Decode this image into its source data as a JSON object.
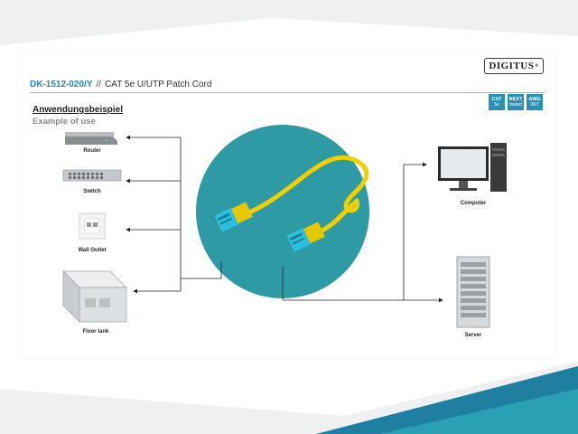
{
  "brand": {
    "logo_text": "DIGITUS",
    "registered_mark": "®"
  },
  "header": {
    "model": "DK-1512-020/Y",
    "separator": "//",
    "title": "CAT 5e U/UTP Patch Cord"
  },
  "badges": [
    {
      "line1": "CAT",
      "line2": "5e"
    },
    {
      "line1": "NEXT",
      "line2": "tested"
    },
    {
      "line1": "AWG",
      "line2": "26/7"
    }
  ],
  "section": {
    "title": "Anwendungsbeispiel",
    "subtitle": "Example of use"
  },
  "devices_left": [
    {
      "label": "Router",
      "icon": "router-icon"
    },
    {
      "label": "Switch",
      "icon": "switch-icon"
    },
    {
      "label": "Wall Outlet",
      "icon": "wall-outlet-icon"
    },
    {
      "label": "Floor tank",
      "icon": "floor-tank-icon"
    }
  ],
  "devices_right": [
    {
      "label": "Computer",
      "icon": "computer-icon"
    },
    {
      "label": "Server",
      "icon": "server-icon"
    }
  ],
  "colors": {
    "accent": "#1e88c4",
    "circle": "#2d9aa4",
    "cable": "#f2d000",
    "connector": "#2bc0df",
    "stripe": "#2a7a96"
  }
}
